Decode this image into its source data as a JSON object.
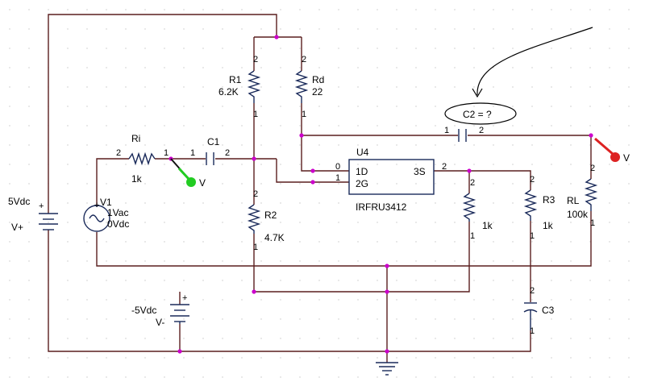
{
  "colors": {
    "wire": "#5a1e1e",
    "component": "#1a2a5a",
    "junction": "#cc00cc",
    "probe_green": "#22cc22",
    "probe_red": "#dd2222",
    "text": "#000000",
    "grid": "#c8c8c8"
  },
  "components": {
    "v_plus": {
      "value": "5Vdc",
      "name": "V+",
      "plus": "+"
    },
    "v_minus": {
      "value": "-5Vdc",
      "name": "V-",
      "plus": "+"
    },
    "v1": {
      "name": "V1",
      "ac": "1Vac",
      "dc": "0Vdc"
    },
    "ri": {
      "name": "Ri",
      "value": "1k",
      "pin_a": "2",
      "pin_b": "1"
    },
    "c1": {
      "name": "C1",
      "pin_a": "1",
      "pin_b": "2"
    },
    "r1": {
      "name": "R1",
      "value": "6.2K",
      "pin_top": "2",
      "pin_bottom": "1"
    },
    "rd": {
      "name": "Rd",
      "value": "22",
      "pin_top": "2",
      "pin_bottom": "1"
    },
    "r2": {
      "name": "R2",
      "value": "4.7K",
      "pin_top": "2",
      "pin_bottom": "1"
    },
    "c2": {
      "name": "C2 = ?",
      "pin_a": "1",
      "pin_b": "2"
    },
    "u4": {
      "name": "U4",
      "part": "IRFRU3412",
      "pin_d": "1D",
      "pin_g": "2G",
      "pin_s": "3S",
      "pin_d_num": "0",
      "pin_g_num": "1",
      "pin_s_num": "2"
    },
    "r_src": {
      "value": "1k",
      "pin_top": "2",
      "pin_bottom": "1"
    },
    "r3": {
      "name": "R3",
      "value": "1k",
      "pin_top": "2",
      "pin_bottom": "1"
    },
    "rl": {
      "name": "RL",
      "value": "100k",
      "pin_top": "2",
      "pin_bottom": "1"
    },
    "c3": {
      "name": "C3",
      "pin_top": "2",
      "pin_bottom": "1"
    }
  },
  "probes": {
    "green": {
      "label": "V"
    },
    "red": {
      "label": "V"
    }
  }
}
